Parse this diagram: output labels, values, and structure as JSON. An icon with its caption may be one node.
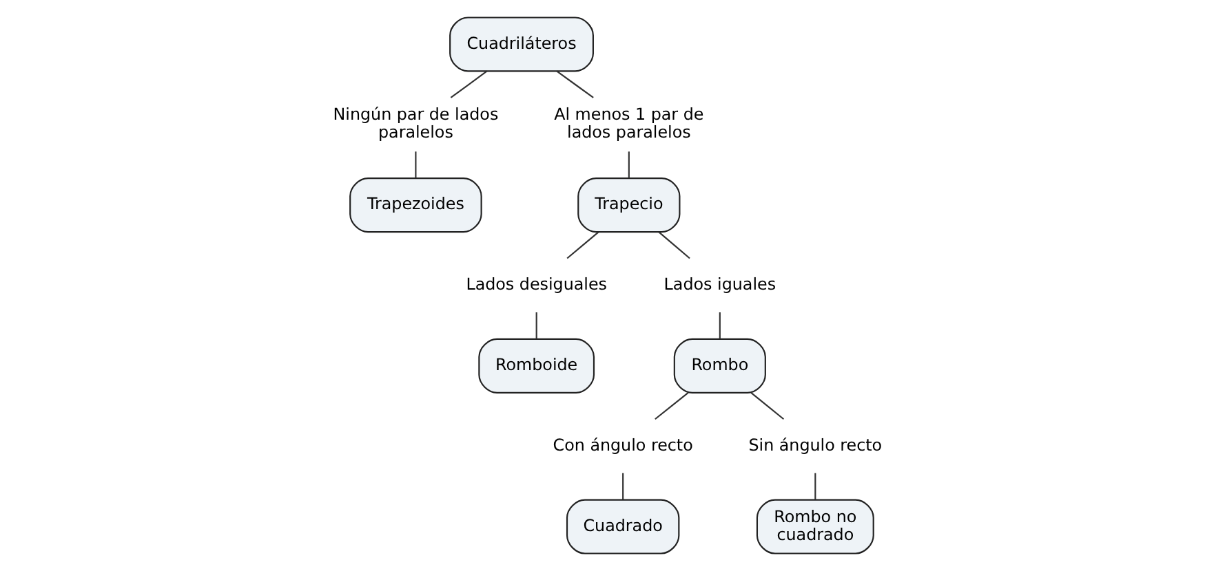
{
  "diagram": {
    "nodes": [
      {
        "text": [
          "Cuadriláteros"
        ]
      },
      {
        "text": [
          "Ningún par de lados paralelos"
        ]
      },
      {
        "text": [
          "Al menos 1 par de lados paralelos"
        ]
      },
      {
        "text": [
          "Trapezoides"
        ]
      },
      {
        "text": [
          "Trapecio"
        ]
      },
      {
        "text": [
          "Lados desiguales"
        ]
      },
      {
        "text": [
          "Lados iguales"
        ]
      },
      {
        "text": [
          "Romboide"
        ]
      },
      {
        "text": [
          "Rombo"
        ]
      },
      {
        "text": [
          "Con ángulo recto"
        ]
      },
      {
        "text": [
          "Sin ángulo recto"
        ]
      },
      {
        "text": [
          "Cuadrado"
        ]
      },
      {
        "text": [
          "Rombo no cuadrado"
        ]
      }
    ],
    "edges": [
      {
        "from": 0,
        "to": 1,
        "arrow": "none"
      },
      {
        "from": 1,
        "to": 3,
        "arrow": "none"
      },
      {
        "from": 0,
        "to": 2,
        "arrow": "none"
      },
      {
        "from": 2,
        "to": 4,
        "arrow": "none"
      },
      {
        "from": 4,
        "to": 5,
        "arrow": "none"
      },
      {
        "from": 5,
        "to": 7,
        "arrow": "none"
      },
      {
        "from": 4,
        "to": 6,
        "arrow": "none"
      },
      {
        "from": 6,
        "to": 8,
        "arrow": "none"
      },
      {
        "from": 8,
        "to": 9,
        "arrow": "none"
      },
      {
        "from": 9,
        "to": 11,
        "arrow": "none"
      },
      {
        "from": 8,
        "to": 10,
        "arrow": "none"
      },
      {
        "from": 10,
        "to": 12,
        "arrow": "none"
      }
    ]
  }
}
